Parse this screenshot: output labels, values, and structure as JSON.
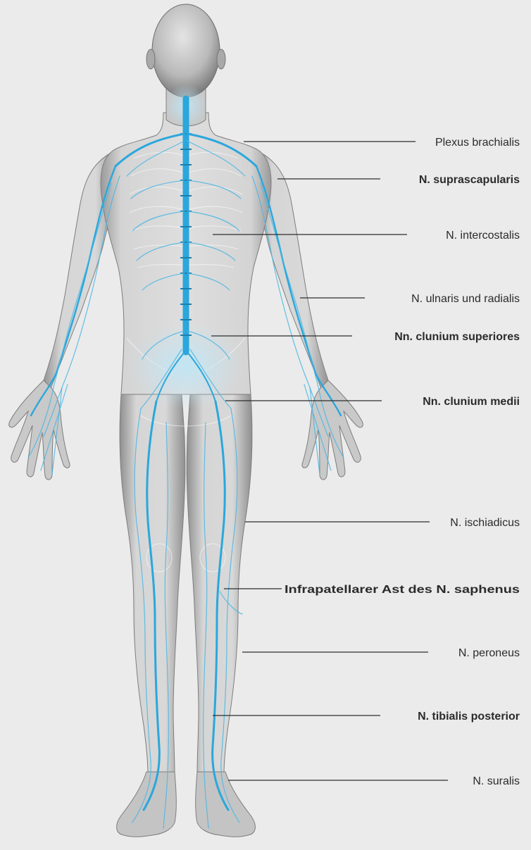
{
  "colors": {
    "background": "#ebebeb",
    "nerve": "#2aa7dc",
    "label_text": "#2b2b2b",
    "leader_line": "#2e2e2e"
  },
  "labels": [
    {
      "id": "plexus-brachialis",
      "text": "Plexus brachialis",
      "bold": false
    },
    {
      "id": "n-suprascapularis",
      "text": "N. suprascapularis",
      "bold": true
    },
    {
      "id": "n-intercostalis",
      "text": "N. intercostalis",
      "bold": false
    },
    {
      "id": "n-ulnaris-radialis",
      "text": "N. ulnaris und radialis",
      "bold": false
    },
    {
      "id": "nn-clunium-superiores",
      "text": "Nn. clunium superiores",
      "bold": true
    },
    {
      "id": "nn-clunium-medii",
      "text": "Nn. clunium medii",
      "bold": true
    },
    {
      "id": "n-ischiadicus",
      "text": "N. ischiadicus",
      "bold": false
    },
    {
      "id": "infrapatellarer-ast",
      "text": "Infrapatellarer Ast des N. saphenus",
      "bold": true
    },
    {
      "id": "n-peroneus",
      "text": "N. peroneus",
      "bold": false
    },
    {
      "id": "n-tibialis-posterior",
      "text": "N. tibialis posterior",
      "bold": true
    },
    {
      "id": "n-suralis",
      "text": "N. suralis",
      "bold": false
    }
  ]
}
